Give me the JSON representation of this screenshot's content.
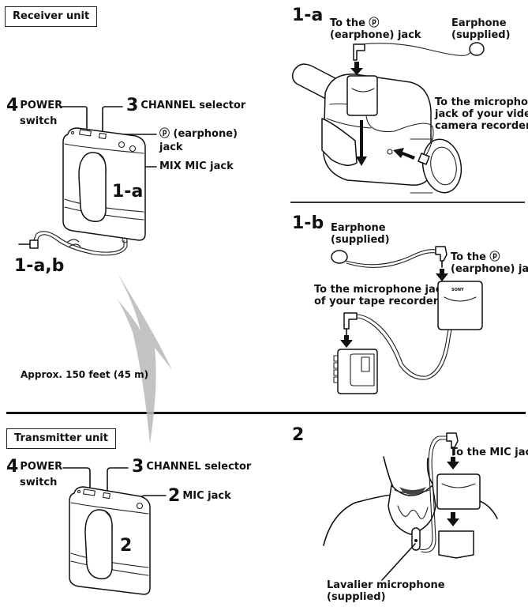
{
  "receiver": {
    "section_title": "Receiver unit",
    "callouts": {
      "power_num": "4",
      "power_line1": "POWER",
      "power_line2": "switch",
      "channel_num": "3",
      "channel_label": "CHANNEL selector",
      "earphone_jack_line1": "ⓟ (earphone)",
      "earphone_jack_line2": "jack",
      "mix_mic_jack": "MIX MIC jack"
    },
    "body_ref": "1-a",
    "plug_ref": "1-a,b"
  },
  "range_note": "Approx. 150 feet (45 m)",
  "panel_1a": {
    "step": "1-a",
    "to_earphone_line1": "To the ⓟ",
    "to_earphone_line2": "(earphone) jack",
    "earphone_line1": "Earphone",
    "earphone_line2": "(supplied)",
    "to_mic_line1": "To the microphone",
    "to_mic_line2": "jack of your video",
    "to_mic_line3": "camera recorder"
  },
  "panel_1b": {
    "step": "1-b",
    "earphone_line1": "Earphone",
    "earphone_line2": "(supplied)",
    "to_earphone_line1": "To the ⓟ",
    "to_earphone_line2": "(earphone) jack",
    "to_mic_line1": "To the microphone jack",
    "to_mic_line2": "of your tape recorder",
    "brand_mark": "SONY"
  },
  "transmitter": {
    "section_title": "Transmitter unit",
    "callouts": {
      "power_num": "4",
      "power_line1": "POWER",
      "power_line2": "switch",
      "channel_num": "3",
      "channel_label": "CHANNEL selector",
      "mic_num": "2",
      "mic_label": "MIC jack"
    },
    "body_ref": "2"
  },
  "panel_2": {
    "step": "2",
    "to_mic": "To the MIC jack",
    "lavalier_line1": "Lavalier microphone",
    "lavalier_line2": "(supplied)"
  }
}
